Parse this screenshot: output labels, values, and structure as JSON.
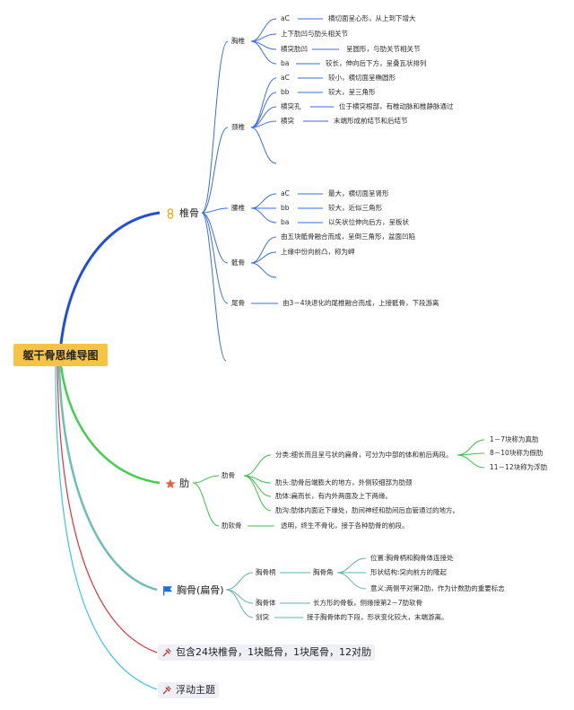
{
  "root": {
    "title": "躯干骨思维导图"
  },
  "topics": {
    "vertebrae": {
      "label": "椎骨",
      "icon": "vertebra-icon"
    },
    "ribs": {
      "label": "肋",
      "icon": "star-icon"
    },
    "sternum": {
      "label": "胸骨(扁骨)",
      "icon": "flag-icon"
    },
    "count": {
      "label": "包含24块椎骨，1块骶骨，1块尾骨，12对肋",
      "icon": "pin-icon"
    },
    "float": {
      "label": "浮动主题",
      "icon": "pin-icon"
    }
  },
  "vertebrae": {
    "thoracic": {
      "label": "胸椎",
      "items": [
        {
          "key": "aC",
          "desc": "横切面呈心形，从上到下增大"
        },
        {
          "key": "上下肋凹与肋头相关节",
          "desc": ""
        },
        {
          "key": "横突肋凹",
          "desc": "呈圆形，与肋关节相关节"
        },
        {
          "key": "ba",
          "desc": "较长，伸向后下方，呈叠瓦状排列"
        }
      ]
    },
    "cervical": {
      "label": "颈椎",
      "items": [
        {
          "key": "aC",
          "desc": "较小，横切面呈椭圆形"
        },
        {
          "key": "bb",
          "desc": "较大，呈三角形"
        },
        {
          "key": "横突孔",
          "desc": "位于横突根部，有椎动脉和椎静脉通过"
        },
        {
          "key": "横突",
          "desc": "末端形成前结节和后结节"
        }
      ]
    },
    "lumbar": {
      "label": "腰椎",
      "items": [
        {
          "key": "aC",
          "desc": "最大，横切面呈肾形"
        },
        {
          "key": "bb",
          "desc": "较大，近似三角形"
        },
        {
          "key": "ba",
          "desc": "以矢状位伸向后方，呈板状"
        }
      ]
    },
    "sacrum": {
      "label": "骶骨",
      "items": [
        {
          "key": "由五块骶骨融合而成，呈倒三角形，盆面凹陷",
          "desc": ""
        },
        {
          "key": "上缘中份向前凸，称为岬",
          "desc": ""
        }
      ]
    },
    "coccyx": {
      "label": "尾骨",
      "items": [
        {
          "key": "由3－4块退化的尾椎融合而成，上接骶骨，下段游离",
          "desc": ""
        }
      ]
    }
  },
  "ribs": {
    "rib_bone": {
      "label": "肋骨",
      "classify": "分类:细长而且呈弓状的扁骨，可分为中部的体和前后两段。",
      "classes": [
        "1－7块称为真肋",
        "8－10块称为假肋",
        "11－12块称为浮肋"
      ],
      "items": [
        "肋头:肋骨后端膨大的地方，外侧较细部为肋颈",
        "肋体:扁而长，有内外两面及上下两缘。",
        "肋沟:肋体内面近下缘处，肋间神经和肋间后血管通过的地方。"
      ]
    },
    "cartilage": {
      "label": "肋软骨",
      "desc": "透明，终生不骨化，接于各种肋骨的前段。"
    }
  },
  "sternum": {
    "manubrium": {
      "label": "胸骨柄",
      "angle": {
        "label": "胸骨角",
        "items": [
          "位置:胸骨柄和胸骨体连接处",
          "形状结构:突向前方的隆起",
          "意义:两侧平对第2肋，作为计数肋的重要标志"
        ]
      }
    },
    "body": {
      "label": "胸骨体",
      "desc": "长方形的骨板，侧缘接第2－7肋软骨"
    },
    "xiphoid": {
      "label": "剑突",
      "desc": "接于胸骨体的下段，形状变化较大，末端游离。"
    }
  },
  "colors": {
    "vertebrae_branch": "#1f4fd6",
    "ribs_branch": "#3fd04a",
    "sternum_branch": "#6bbfb5",
    "count_branch": "#e0303a",
    "float_branch": "#37c5e6",
    "sub_vertebrae": "#3a6fe0",
    "sub_ribs": "#3fbf4a",
    "sub_sternum": "#5fb3a9",
    "root_fill": "#f6c342",
    "selected_bg": "#eef0f6"
  }
}
